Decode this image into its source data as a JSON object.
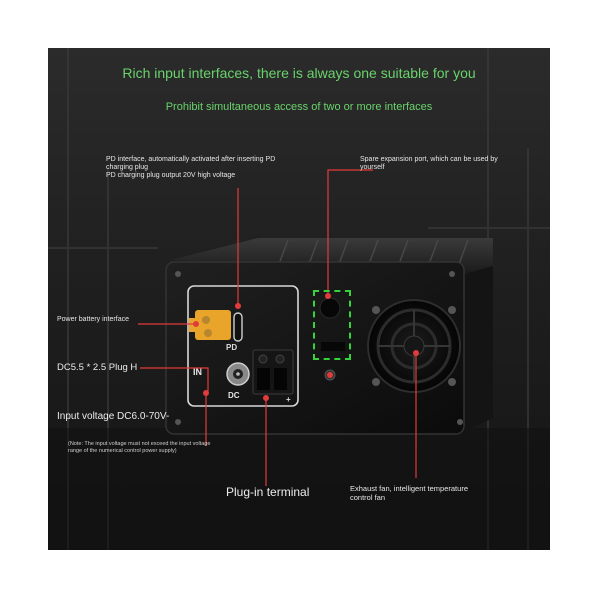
{
  "headline": "Rich input interfaces, there is always one suitable for you",
  "subheadline": "Prohibit simultaneous access of two or more interfaces",
  "callouts": {
    "pd_interface": [
      "PD interface, automatically activated after inserting PD",
      "charging plug",
      "PD charging plug output 20V high voltage"
    ],
    "spare_port": [
      "Spare expansion port, which can be used by",
      "yourself"
    ],
    "power_battery": "Power battery interface",
    "dc_plug": "DC5.5 * 2.5 Plug H",
    "input_voltage": "Input voltage DC6.0-70V-",
    "note": [
      "(Note: The input voltage must not exceed the input voltage",
      "range of the numerical control power supply)"
    ],
    "plug_in_terminal": "Plug-in terminal",
    "exhaust_fan": [
      "Exhaust fan, intelligent temperature",
      "control fan"
    ]
  },
  "panel_marks": {
    "pd": "PD",
    "in": "IN",
    "dc": "DC",
    "plus": "+"
  },
  "colors": {
    "headline_green": "#69d36b",
    "callout_red": "#e23b3b",
    "highlight_green": "#35d33a",
    "connector_orange": "#e8a52a"
  }
}
